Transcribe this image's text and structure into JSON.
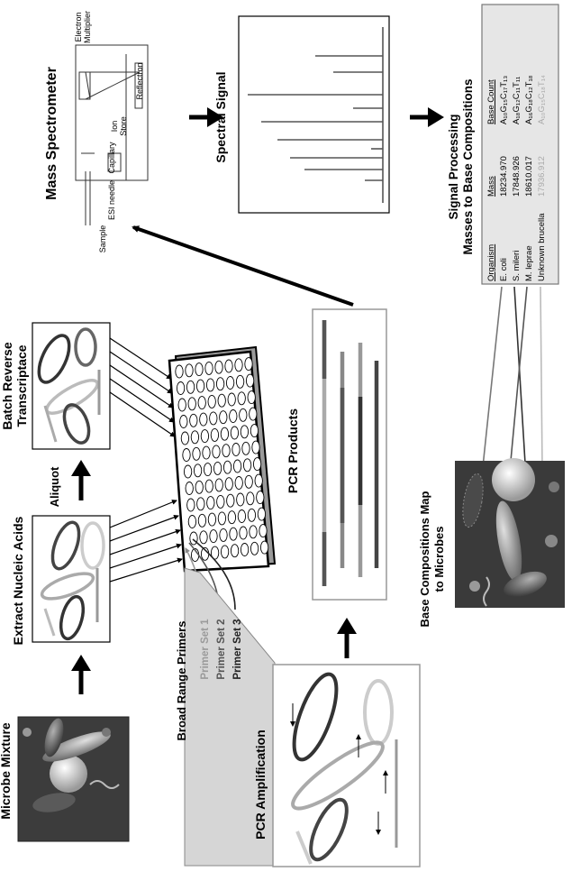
{
  "labels": {
    "microbe_mixture": "Microbe Mixture",
    "extract_nucleic_acids": "Extract Nucleic Acids",
    "aliquot": "Aliquot",
    "batch_rt_line1": "Batch Reverse",
    "batch_rt_line2": "Transcriptace",
    "broad_range_primers": "Broad Range Primers",
    "primer_set_1": "Primer Set 1",
    "primer_set_2": "Primer Set 2",
    "primer_set_3": "Primer Set 3",
    "pcr_amplification": "PCR Amplification",
    "pcr_products": "PCR Products",
    "mass_spectrometer": "Mass Spectrometer",
    "spectral_signal": "Spectral Signal",
    "signal_processing_line1": "Signal Processing",
    "signal_processing_line2": "Masses to Base Compositions",
    "base_comp_map_line1": "Base Compositions Map",
    "base_comp_map_line2": "to Microbes"
  },
  "spectrometer_parts": {
    "sample": "Sample",
    "esi_needle": "ESI needle",
    "capillary": "Capillary",
    "ion_store_line1": "Ion",
    "ion_store_line2": "Store",
    "reflectron": "Reflectron",
    "electron_line1": "Electron",
    "electron_line2": "Multiplier"
  },
  "table": {
    "headers": {
      "organism": "Organism",
      "mass": "Mass",
      "base_count": "Base Count"
    },
    "rows": [
      {
        "organism": "E. coli",
        "mass": "18234.970",
        "base_count": "A₁₀G₁₅C₁₇T₁₃"
      },
      {
        "organism": "S. mileri",
        "mass": "17848.926",
        "base_count": "A₁₈G₁₂C₁₁T₁₁"
      },
      {
        "organism": "M. leprae",
        "mass": "18610.017",
        "base_count": "A₁₆G₁₈C₁₂T₁₈"
      },
      {
        "organism": "Unknown brucella",
        "mass": "17936.912",
        "base_count": "A₁₀G₁₅C₁₈T₁₄"
      }
    ]
  },
  "colors": {
    "primer_set_1": "#9a9a9a",
    "primer_set_2": "#555555",
    "primer_set_3": "#222222",
    "unknown_row": "#aaaaaa"
  }
}
